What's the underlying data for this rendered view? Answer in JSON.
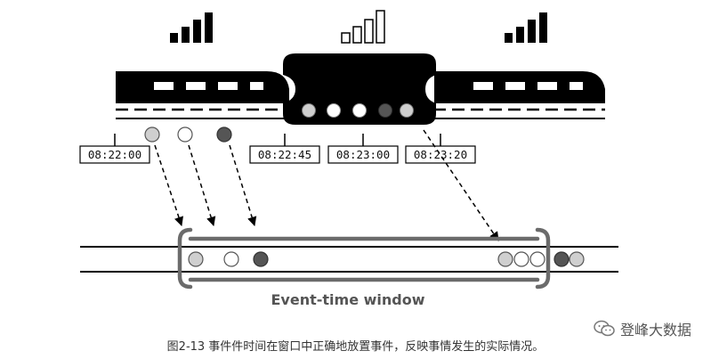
{
  "timestamps": [
    "08:22:00",
    "08:22:45",
    "08:23:00",
    "08:23:20"
  ],
  "window": {
    "label": "Event-time window"
  },
  "caption": "图2-13  事件件时间在窗口中正确地放置事件，反映事情发生的实际情况。",
  "watermark": {
    "text": "登峰大数据",
    "icon": "wechat-icon"
  },
  "icons": {
    "signal_left": "signal-strength-icon",
    "signal_center": "signal-weak-icon",
    "signal_right": "signal-strength-icon"
  },
  "colors": {
    "train": "#000000",
    "window_frame": "#6b6b6b",
    "event_light": "#cfcfcf",
    "event_white": "#ffffff",
    "event_dark": "#555555"
  }
}
